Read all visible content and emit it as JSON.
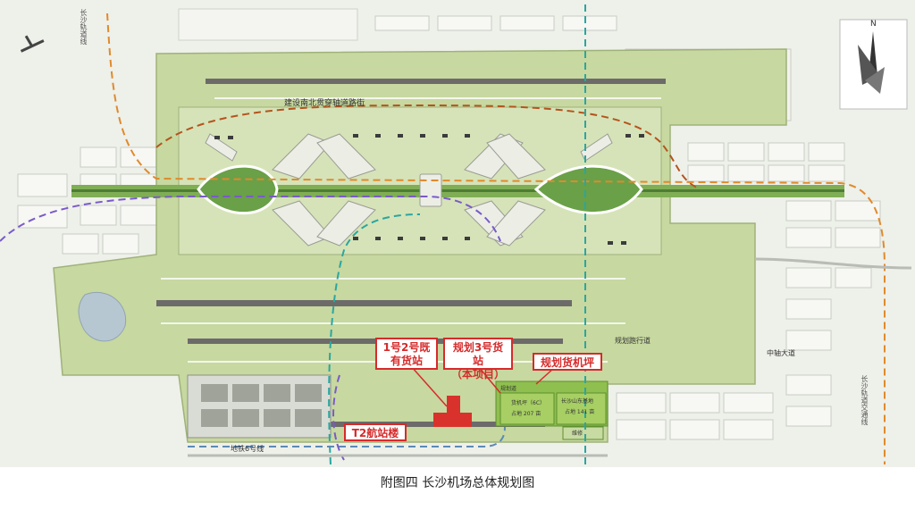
{
  "map": {
    "labels": {
      "metro_line_top": "长沙轨道线",
      "north_corridor": "建设南北贯穿轴道路街",
      "metro_line_right": "长沙轨道交通线",
      "metro6": "地铁6号线",
      "planned_runway": "规划跑行道",
      "central_road": "中轴大道",
      "cargo_apron_small": "货机坪（6C）",
      "cargo_area_207": "占地 207 亩",
      "base_east": "长沙山东基地",
      "area_141": "占地 141 亩",
      "planned_area": "规划道",
      "maintenance": "维修"
    },
    "north_symbol": "N",
    "callouts": {
      "cargo_12": "1号2号既\n有货站",
      "cargo_3": "规划3号货站\n（本项目）",
      "cargo_apron": "规划货机坪",
      "t2": "T2航站楼"
    }
  },
  "caption": "附图四  长沙机场总体规划图",
  "colors": {
    "callout_red": "#d62b2b",
    "field_green": "#b9cf8c",
    "runway": "#6d6a6a",
    "metro_orange": "#e08a2c",
    "metro_purple": "#7a5ac8",
    "metro_teal": "#2aa6a0",
    "corridor_brown": "#b4541e"
  }
}
